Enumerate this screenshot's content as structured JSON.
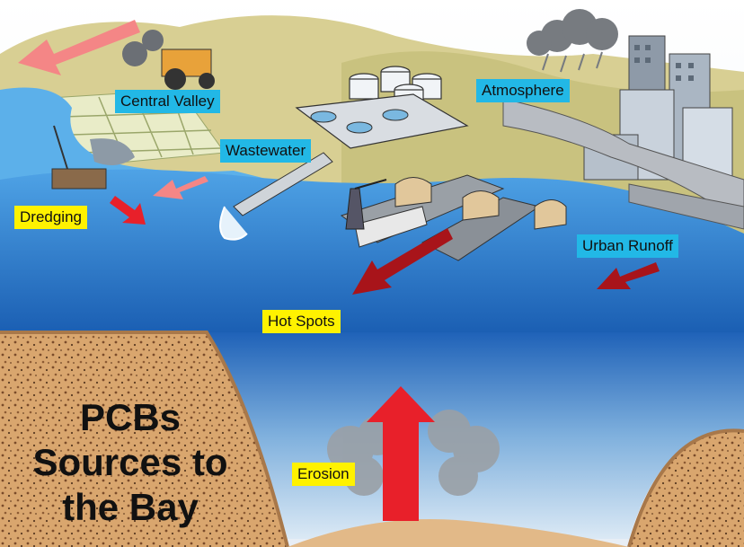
{
  "labels": {
    "central_valley": "Central Valley",
    "atmosphere": "Atmosphere",
    "wastewater": "Wastewater",
    "dredging": "Dredging",
    "urban_runoff": "Urban Runoff",
    "hot_spots": "Hot Spots",
    "erosion": "Erosion"
  },
  "title": {
    "line1": "PCBs",
    "line2": "Sources to",
    "line3": "the Bay"
  },
  "colors": {
    "label_blue": "#22b8e6",
    "label_yellow": "#fff200",
    "arrow_red": "#e8202a",
    "arrow_darkred": "#a8141a",
    "arrow_pink": "#f08a8a",
    "water": "#1f6fc4",
    "sediment": "#d9a66e"
  }
}
